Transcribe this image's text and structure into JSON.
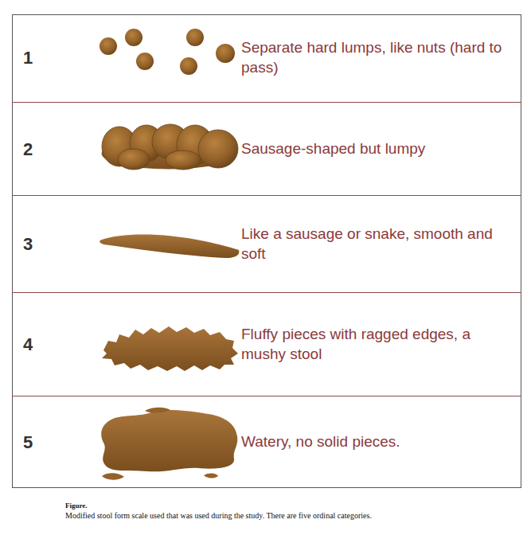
{
  "diagram": {
    "caption": "Modified stool form scale used that was used during the study. There are five ordinal categories.",
    "nodes": [
      {
        "text": [
          "1",
          "Separate hard lumps, like nuts (hard to pass)"
        ]
      },
      {
        "text": [
          "2",
          "Sausage-shaped but lumpy"
        ]
      },
      {
        "text": [
          "3",
          "Like a sausage or snake, smooth and soft"
        ]
      },
      {
        "text": [
          "4",
          "Fluffy pieces with ragged edges, a mushy stool"
        ]
      },
      {
        "text": [
          "5",
          "Watery, no solid pieces."
        ]
      }
    ],
    "labels": [
      "Figure."
    ]
  }
}
